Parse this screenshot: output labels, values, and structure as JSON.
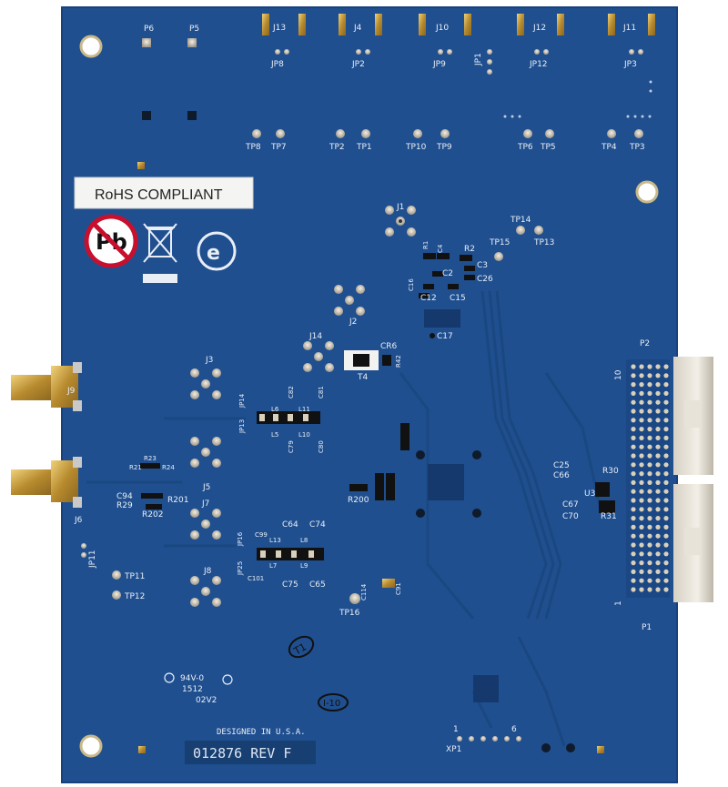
{
  "board": {
    "label_sticker": "RoHS COMPLIANT",
    "designed_in": "DESIGNED IN U.S.A.",
    "part_number": "012876 REV F",
    "ul_code": "94V-0",
    "date_code": "1512",
    "lot_code": "02V2",
    "stamp_t1": "T1",
    "stamp_i10": "I-10",
    "colors": {
      "pcb": "#1f4f8f",
      "pcb_edge": "#17427c",
      "trace": "#1a477f",
      "silk": "#e9eef6",
      "gold": "#c9a34a",
      "pad": "#d9d0bc"
    }
  },
  "connectors": {
    "top": [
      "J13",
      "J4",
      "J10",
      "J12",
      "J11"
    ],
    "sma": [
      "J9",
      "J6"
    ],
    "jacks": [
      "J1",
      "J2",
      "J14",
      "J3",
      "J5",
      "J7",
      "J8"
    ],
    "header_top": "P2",
    "header_bottom": "P1",
    "pin_10": "10",
    "pin_1": "1",
    "xp1": "XP1",
    "xp1_pin1": "1",
    "xp1_pin6": "6"
  },
  "labels": {
    "top_left": [
      "P6",
      "P5"
    ],
    "jumpers_top": [
      "JP8",
      "JP2",
      "JP9",
      "JP1",
      "JP12",
      "JP3"
    ],
    "tps_row": [
      "TP8",
      "TP7",
      "TP2",
      "TP1",
      "TP10",
      "TP9",
      "TP6",
      "TP5",
      "TP4",
      "TP3"
    ],
    "tps_mid": [
      "TP14",
      "TP15",
      "TP13"
    ],
    "tps_left": [
      "TP11",
      "TP12"
    ],
    "tp16": "TP16",
    "components_a": [
      "R1",
      "C4",
      "R2",
      "C2",
      "C3",
      "C26",
      "C16",
      "C12",
      "C15",
      "C17"
    ],
    "components_b": [
      "CR6",
      "R42",
      "T4"
    ],
    "components_c": [
      "JP13",
      "JP14",
      "L6",
      "L5",
      "C82",
      "L11",
      "L10",
      "C81",
      "C79",
      "C80"
    ],
    "components_d": [
      "JP16",
      "JP25",
      "C64",
      "C74",
      "L13",
      "L7",
      "L8",
      "L9",
      "C75",
      "C65",
      "C99",
      "C101"
    ],
    "components_e": [
      "C94",
      "R29",
      "R201",
      "R202",
      "R200",
      "R24",
      "R23",
      "R21"
    ],
    "components_f": [
      "C25",
      "C66",
      "R30",
      "U3",
      "C67",
      "C70",
      "R31"
    ],
    "components_g": [
      "C114",
      "C91",
      "JP11"
    ]
  }
}
